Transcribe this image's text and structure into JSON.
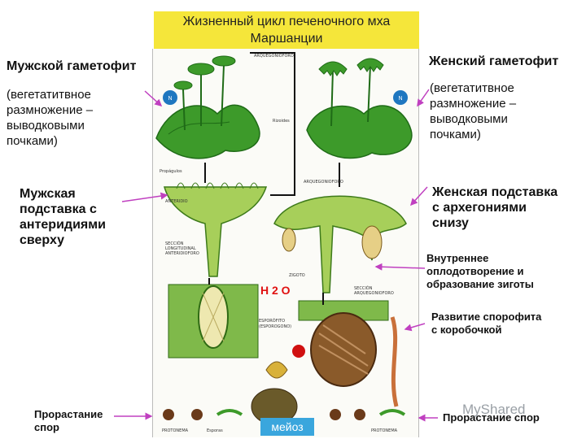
{
  "title": {
    "line1": "Жизненный цикл печеночного мха",
    "line2": "Маршанции"
  },
  "left": {
    "male_gametophyte": "Мужской гаметофит",
    "male_veg": [
      "(вегетатитвное",
      "размножение –",
      "выводковыми",
      "почками)"
    ],
    "male_stand": [
      "Мужская",
      "подставка с",
      "антеридиями",
      "сверху"
    ],
    "spore_germ": [
      "Прорастание",
      "спор"
    ]
  },
  "right": {
    "female_gametophyte": "Женский гаметофит",
    "female_veg": [
      "(вегетатитвное",
      "размножение –",
      "выводковыми",
      "почками)"
    ],
    "female_stand": [
      "Женская подставка",
      "с архегониями",
      "снизу"
    ],
    "fertilization": [
      "Внутреннее",
      "оплодотворение и",
      "образование зиготы"
    ],
    "sporophyte": [
      "Развитие спорофита",
      "с коробочкой"
    ],
    "spore_germ": "Прорастание спор"
  },
  "diagram_labels": {
    "arquegonioforo": "ARQUEGONIOFORO",
    "anteridioforo": "ANTERIDIOFORO",
    "anteridio": "ANTERIDIO",
    "seccion_ant": [
      "SECCIÓN",
      "LONGITUDINAL",
      "ANTERIDIOFORO"
    ],
    "seccion_arq": [
      "SECCIÓN",
      "ARQUEGONIOFORO"
    ],
    "zigoto": "ZIGOTO",
    "esporofito": "ESPORÓFITO",
    "esporogono": "(ESPOROGONO)",
    "protonema_left": "PROTONEMA",
    "protonema_right": "PROTONEMA",
    "esporas": "Esporas",
    "rizoides": "Rizoides",
    "propagulos": "Propágulos",
    "h2o": "H 2 O",
    "meioz": "мейоз",
    "watermark": "MyShared"
  },
  "colors": {
    "title_bg": "#f5e63a",
    "leaf": "#3d9a2a",
    "leaf_dark": "#1f6b17",
    "arrow": "#c040c0",
    "meioz_bg": "#3aa6dd",
    "h2o": "#e01010"
  }
}
